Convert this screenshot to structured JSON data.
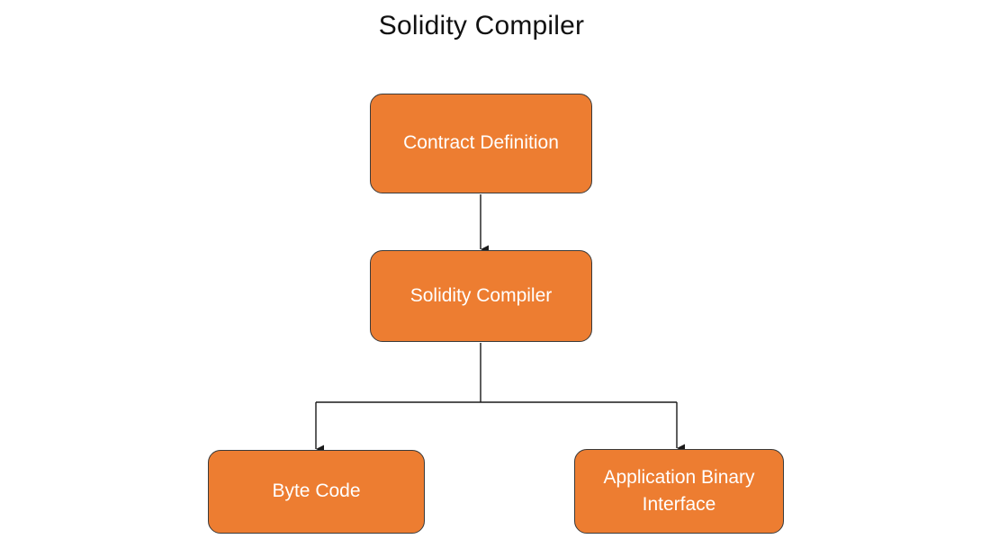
{
  "diagram": {
    "title": "Solidity Compiler",
    "nodes": {
      "contract_definition": "Contract Definition",
      "solidity_compiler": "Solidity Compiler",
      "byte_code": "Byte Code",
      "abi": "Application Binary Interface"
    },
    "edges": [
      {
        "from": "Contract Definition",
        "to": "Solidity Compiler"
      },
      {
        "from": "Solidity Compiler",
        "to": "Byte Code"
      },
      {
        "from": "Solidity Compiler",
        "to": "Application Binary Interface"
      }
    ],
    "colors": {
      "node_fill": "#ed7d31",
      "node_border": "#3a3a3a",
      "node_text": "#ffffff",
      "connector": "#1a1a1a"
    }
  }
}
